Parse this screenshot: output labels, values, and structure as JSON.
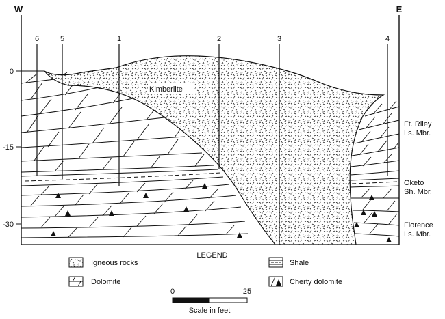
{
  "section": {
    "west_label": "W",
    "east_label": "E",
    "depth_ticks": [
      "0",
      "-15",
      "-30"
    ],
    "drill_holes": [
      "6",
      "5",
      "1",
      "2",
      "3",
      "4"
    ],
    "kimberlite_label": "Kimberlite",
    "units": [
      {
        "line1": "Ft. Riley",
        "line2": "Ls. Mbr."
      },
      {
        "line1": "Oketo",
        "line2": "Sh. Mbr."
      },
      {
        "line1": "Florence",
        "line2": "Ls. Mbr."
      }
    ]
  },
  "legend": {
    "title": "LEGEND",
    "items": [
      {
        "pattern": "igneous",
        "label": "Igneous rocks"
      },
      {
        "pattern": "dolomite",
        "label": "Dolomite"
      },
      {
        "pattern": "shale",
        "label": "Shale"
      },
      {
        "pattern": "cherty",
        "label": "Cherty dolomite"
      }
    ]
  },
  "scale": {
    "min_label": "0",
    "max_label": "25",
    "caption": "Scale in feet"
  }
}
